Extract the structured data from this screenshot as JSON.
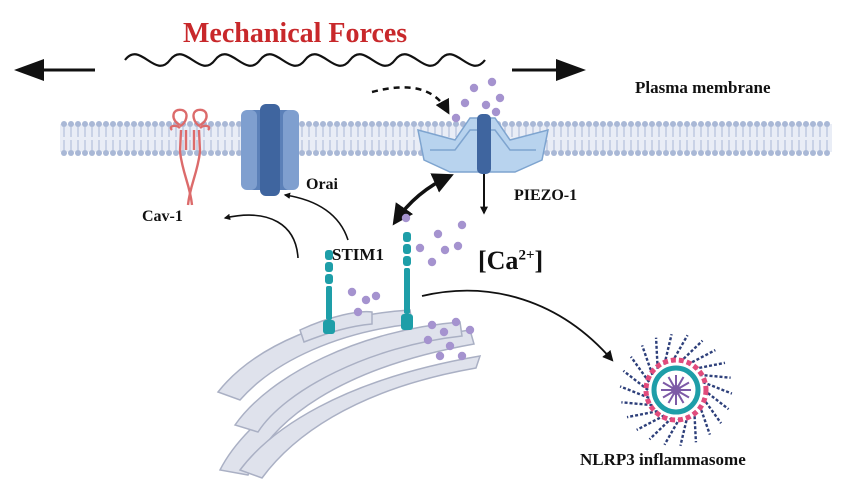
{
  "title": "Mechanical Forces",
  "labels": {
    "plasma_membrane": "Plasma membrane",
    "orai": "Orai",
    "piezo1": "PIEZO-1",
    "cav1": "Cav-1",
    "stim1": "STIM1",
    "calcium_base": "[Ca",
    "calcium_charge": "2+",
    "calcium_close": "]",
    "nlrp3": "NLRP3 inflammasome"
  },
  "colors": {
    "title": "#c8282b",
    "membrane_head": "#a9b8d6",
    "membrane_tail": "#d5dcec",
    "orai": "#5b80b8",
    "piezo": "#b8d3ee",
    "cav1": "#dc6b6b",
    "stim1": "#1e9ea8",
    "ca_ion": "#a593cf",
    "er": "#dfe2ec",
    "er_edge": "#aab0c4"
  },
  "icons": [
    "wave-icon",
    "arrow-left-icon",
    "arrow-right-icon",
    "curved-arrow-icon",
    "double-arrow-icon",
    "inflammasome-icon"
  ]
}
